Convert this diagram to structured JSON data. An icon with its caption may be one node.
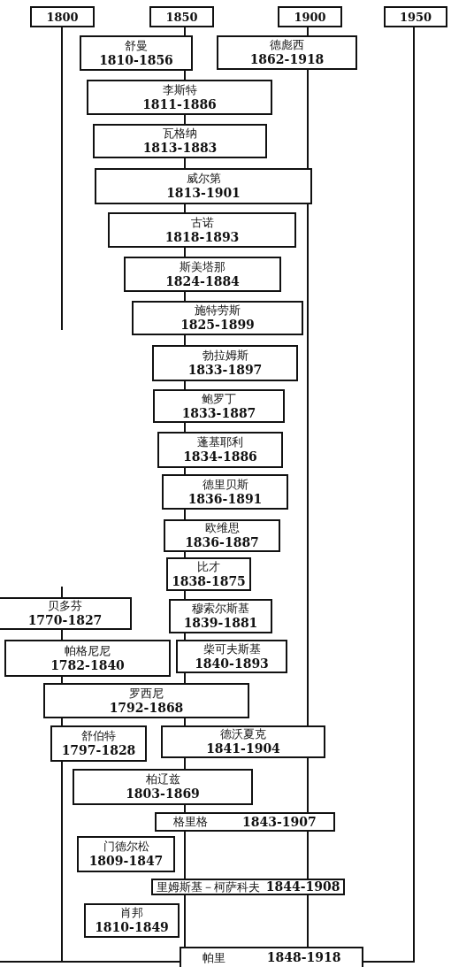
{
  "diagram": {
    "nodes": [
      {
        "text": [
          "1800"
        ]
      },
      {
        "text": [
          "1850"
        ]
      },
      {
        "text": [
          "1900"
        ]
      },
      {
        "text": [
          "1950"
        ]
      },
      {
        "text": [
          "舒曼",
          "1810-1856"
        ]
      },
      {
        "text": [
          "德彪西",
          "1862-1918"
        ]
      },
      {
        "text": [
          "李斯特",
          "1811-1886"
        ]
      },
      {
        "text": [
          "瓦格纳",
          "1813-1883"
        ]
      },
      {
        "text": [
          "威尔第",
          "1813-1901"
        ]
      },
      {
        "text": [
          "古诺",
          "1818-1893"
        ]
      },
      {
        "text": [
          "斯美塔那",
          "1824-1884"
        ]
      },
      {
        "text": [
          "施特劳斯",
          "1825-1899"
        ]
      },
      {
        "text": [
          "勃拉姆斯",
          "1833-1897"
        ]
      },
      {
        "text": [
          "鲍罗丁",
          "1833-1887"
        ]
      },
      {
        "text": [
          "蓬基耶利",
          "1834-1886"
        ]
      },
      {
        "text": [
          "德里贝斯",
          "1836-1891"
        ]
      },
      {
        "text": [
          "欧维思",
          "1836-1887"
        ]
      },
      {
        "text": [
          "比才",
          "1838-1875"
        ]
      },
      {
        "text": [
          "贝多芬",
          "1770-1827"
        ]
      },
      {
        "text": [
          "穆索尔斯基",
          "1839-1881"
        ]
      },
      {
        "text": [
          "帕格尼尼",
          "1782-1840"
        ]
      },
      {
        "text": [
          "柴可夫斯基",
          "1840-1893"
        ]
      },
      {
        "text": [
          "罗西尼",
          "1792-1868"
        ]
      },
      {
        "text": [
          "舒伯特",
          "1797-1828"
        ]
      },
      {
        "text": [
          "德沃夏克",
          "1841-1904"
        ]
      },
      {
        "text": [
          "柏辽兹",
          "1803-1869"
        ]
      },
      {
        "text": [
          "格里格",
          "1843-1907"
        ]
      },
      {
        "text": [
          "门德尔松",
          "1809-1847"
        ]
      },
      {
        "text": [
          "里姆斯基－柯萨科夫",
          "1844-1908"
        ]
      },
      {
        "text": [
          "肖邦",
          "1810-1849"
        ]
      },
      {
        "text": [
          "帕里",
          "1848-1918"
        ]
      }
    ]
  }
}
